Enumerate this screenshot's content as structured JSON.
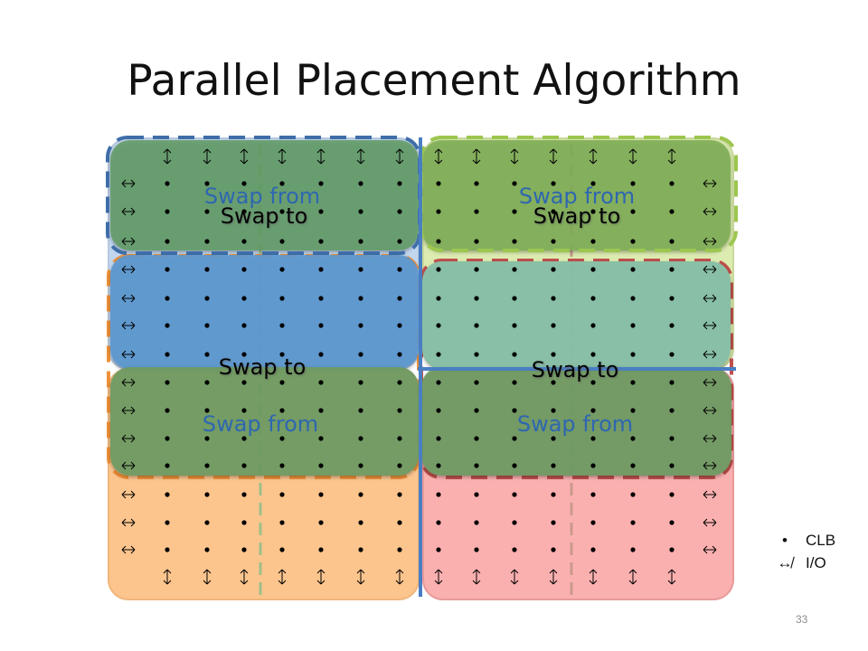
{
  "title": "Parallel Placement Algorithm",
  "labels": {
    "swap_from": "Swap from",
    "swap_to": "Swap to"
  },
  "legend": [
    {
      "symbol": "•",
      "label": "CLB"
    },
    {
      "symbol": "↮",
      "label": "I/O"
    }
  ],
  "slide_number": "33",
  "colors": {
    "quadrant_top_left": "#c2d6ee",
    "quadrant_top_right": "#dcecb0",
    "quadrant_bottom_left": "#fcc58e",
    "quadrant_bottom_right": "#fbb0b0",
    "region_blue_border": "#3f6ea8",
    "region_green_border": "#9cc64f",
    "region_orange_border": "#f0923a",
    "region_red_border": "#c0504d",
    "partition_line": "#4a7ec2",
    "dashed_divider": "#a3c08a",
    "swap_text": "#2e67b0"
  },
  "icons": {
    "clb": "dot",
    "io_horizontal": "left-right-arrow",
    "io_vertical": "up-down-arrow"
  }
}
